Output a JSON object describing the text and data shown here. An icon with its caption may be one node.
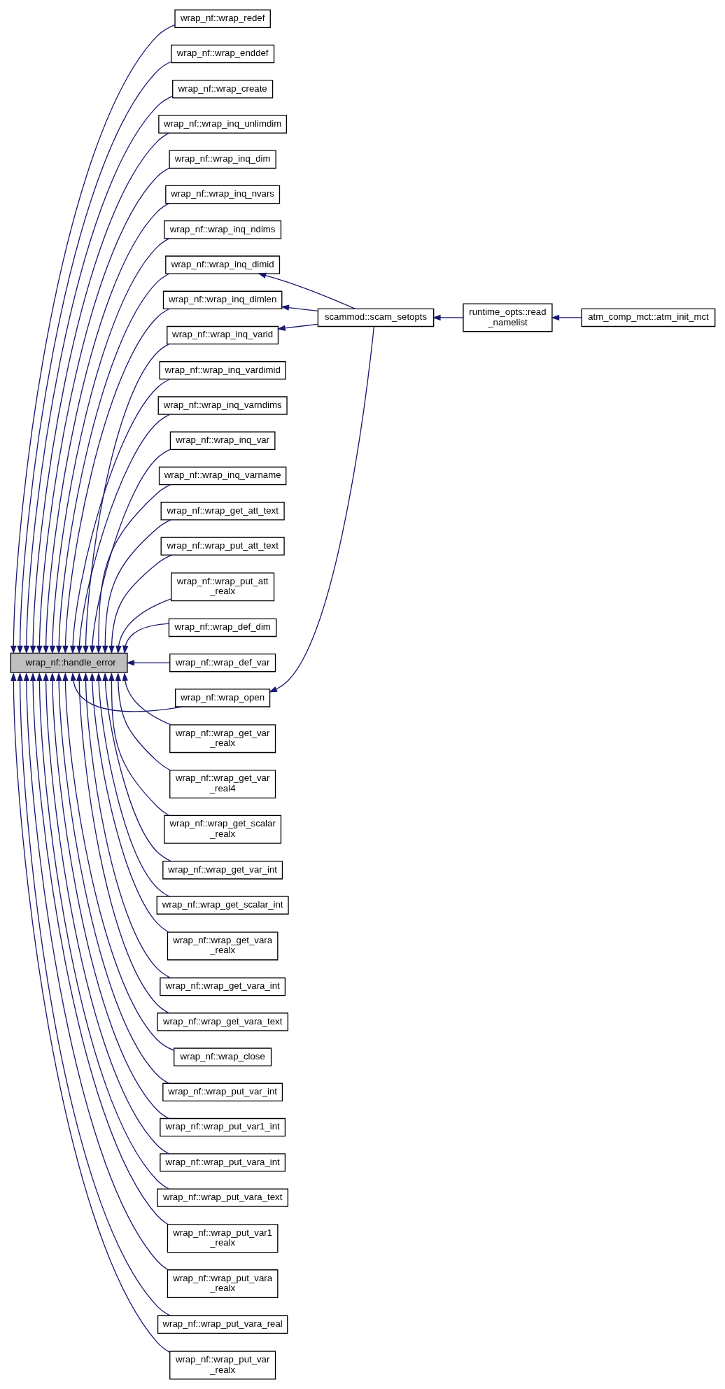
{
  "diagram": {
    "nodes": [
      {
        "text": [
          "wrap_nf::handle_error"
        ]
      },
      {
        "text": [
          "wrap_nf::wrap_redef"
        ]
      },
      {
        "text": [
          "wrap_nf::wrap_enddef"
        ]
      },
      {
        "text": [
          "wrap_nf::wrap_create"
        ]
      },
      {
        "text": [
          "wrap_nf::wrap_inq_unlimdim"
        ]
      },
      {
        "text": [
          "wrap_nf::wrap_inq_dim"
        ]
      },
      {
        "text": [
          "wrap_nf::wrap_inq_nvars"
        ]
      },
      {
        "text": [
          "wrap_nf::wrap_inq_ndims"
        ]
      },
      {
        "text": [
          "wrap_nf::wrap_inq_dimid"
        ]
      },
      {
        "text": [
          "wrap_nf::wrap_inq_dimlen"
        ]
      },
      {
        "text": [
          "wrap_nf::wrap_inq_vardimid"
        ]
      },
      {
        "text": [
          "wrap_nf::wrap_inq_varndims"
        ]
      },
      {
        "text": [
          "wrap_nf::wrap_inq_varid"
        ]
      },
      {
        "text": [
          "wrap_nf::wrap_inq_var"
        ]
      },
      {
        "text": [
          "wrap_nf::wrap_inq_varname"
        ]
      },
      {
        "text": [
          "wrap_nf::wrap_get_att_text"
        ]
      },
      {
        "text": [
          "wrap_nf::wrap_put_att_text"
        ]
      },
      {
        "text": [
          "wrap_nf::wrap_put_att _realx"
        ]
      },
      {
        "text": [
          "wrap_nf::wrap_def_dim"
        ]
      },
      {
        "text": [
          "wrap_nf::wrap_def_var"
        ]
      },
      {
        "text": [
          "wrap_nf::wrap_get_var _realx"
        ]
      },
      {
        "text": [
          "wrap_nf::wrap_get_var _real4"
        ]
      },
      {
        "text": [
          "wrap_nf::wrap_get_scalar _realx"
        ]
      },
      {
        "text": [
          "wrap_nf::wrap_get_var_int"
        ]
      },
      {
        "text": [
          "wrap_nf::wrap_get_scalar_int"
        ]
      },
      {
        "text": [
          "wrap_nf::wrap_get_vara _realx"
        ]
      },
      {
        "text": [
          "wrap_nf::wrap_get_vara_int"
        ]
      },
      {
        "text": [
          "wrap_nf::wrap_get_vara_text"
        ]
      },
      {
        "text": [
          "wrap_nf::wrap_open"
        ]
      },
      {
        "text": [
          "wrap_nf::wrap_close"
        ]
      },
      {
        "text": [
          "wrap_nf::wrap_put_var_int"
        ]
      },
      {
        "text": [
          "wrap_nf::wrap_put_var1_int"
        ]
      },
      {
        "text": [
          "wrap_nf::wrap_put_vara_int"
        ]
      },
      {
        "text": [
          "wrap_nf::wrap_put_vara_text"
        ]
      },
      {
        "text": [
          "wrap_nf::wrap_put_var1 _realx"
        ]
      },
      {
        "text": [
          "wrap_nf::wrap_put_vara _realx"
        ]
      },
      {
        "text": [
          "wrap_nf::wrap_put_vara_real"
        ]
      },
      {
        "text": [
          "wrap_nf::wrap_put_var _realx"
        ]
      },
      {
        "text": [
          "scammod::scam_setopts"
        ]
      },
      {
        "text": [
          "runtime_opts::read _namelist"
        ]
      },
      {
        "text": [
          "atm_comp_mct::atm_init_mct"
        ]
      }
    ],
    "edges": [
      {
        "from": 1,
        "to": 0,
        "arrow": "to"
      },
      {
        "from": 2,
        "to": 0,
        "arrow": "to"
      },
      {
        "from": 3,
        "to": 0,
        "arrow": "to"
      },
      {
        "from": 4,
        "to": 0,
        "arrow": "to"
      },
      {
        "from": 5,
        "to": 0,
        "arrow": "to"
      },
      {
        "from": 6,
        "to": 0,
        "arrow": "to"
      },
      {
        "from": 7,
        "to": 0,
        "arrow": "to"
      },
      {
        "from": 8,
        "to": 0,
        "arrow": "to"
      },
      {
        "from": 9,
        "to": 0,
        "arrow": "to"
      },
      {
        "from": 10,
        "to": 0,
        "arrow": "to"
      },
      {
        "from": 11,
        "to": 0,
        "arrow": "to"
      },
      {
        "from": 12,
        "to": 0,
        "arrow": "to"
      },
      {
        "from": 13,
        "to": 0,
        "arrow": "to"
      },
      {
        "from": 14,
        "to": 0,
        "arrow": "to"
      },
      {
        "from": 15,
        "to": 0,
        "arrow": "to"
      },
      {
        "from": 16,
        "to": 0,
        "arrow": "to"
      },
      {
        "from": 17,
        "to": 0,
        "arrow": "to"
      },
      {
        "from": 18,
        "to": 0,
        "arrow": "to"
      },
      {
        "from": 19,
        "to": 0,
        "arrow": "to"
      },
      {
        "from": 20,
        "to": 0,
        "arrow": "to"
      },
      {
        "from": 21,
        "to": 0,
        "arrow": "to"
      },
      {
        "from": 22,
        "to": 0,
        "arrow": "to"
      },
      {
        "from": 23,
        "to": 0,
        "arrow": "to"
      },
      {
        "from": 24,
        "to": 0,
        "arrow": "to"
      },
      {
        "from": 25,
        "to": 0,
        "arrow": "to"
      },
      {
        "from": 26,
        "to": 0,
        "arrow": "to"
      },
      {
        "from": 27,
        "to": 0,
        "arrow": "to"
      },
      {
        "from": 28,
        "to": 0,
        "arrow": "to"
      },
      {
        "from": 29,
        "to": 0,
        "arrow": "to"
      },
      {
        "from": 30,
        "to": 0,
        "arrow": "to"
      },
      {
        "from": 31,
        "to": 0,
        "arrow": "to"
      },
      {
        "from": 32,
        "to": 0,
        "arrow": "to"
      },
      {
        "from": 33,
        "to": 0,
        "arrow": "to"
      },
      {
        "from": 34,
        "to": 0,
        "arrow": "to"
      },
      {
        "from": 35,
        "to": 0,
        "arrow": "to"
      },
      {
        "from": 36,
        "to": 0,
        "arrow": "to"
      },
      {
        "from": 37,
        "to": 0,
        "arrow": "to"
      },
      {
        "from": 38,
        "to": 8,
        "arrow": "to"
      },
      {
        "from": 38,
        "to": 9,
        "arrow": "to"
      },
      {
        "from": 38,
        "to": 12,
        "arrow": "to"
      },
      {
        "from": 38,
        "to": 28,
        "arrow": "to"
      },
      {
        "from": 39,
        "to": 38,
        "arrow": "to"
      },
      {
        "from": 40,
        "to": 39,
        "arrow": "to"
      }
    ]
  }
}
